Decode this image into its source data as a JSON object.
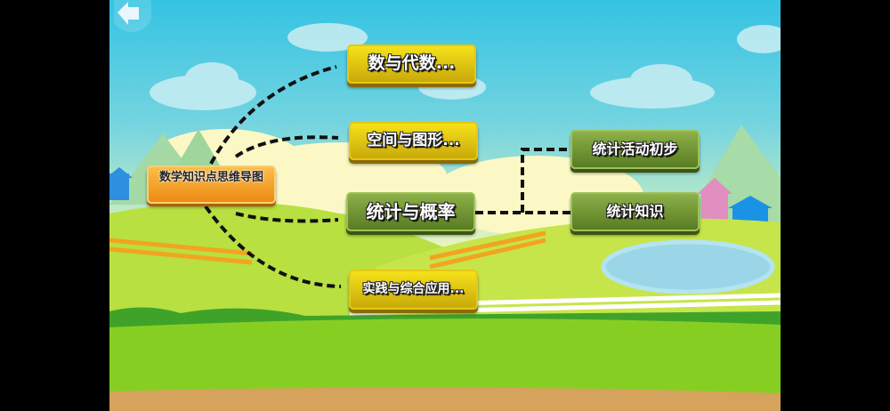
{
  "back_button": {
    "icon": "back-arrow-icon"
  },
  "mindmap": {
    "root": "数学知识点思维导图",
    "branches": [
      {
        "label": "数与代数..."
      },
      {
        "label": "空间与图形..."
      },
      {
        "label": "统计与概率",
        "children": [
          "统计活动初步",
          "统计知识"
        ]
      },
      {
        "label": "实践与综合应用..."
      }
    ]
  },
  "colors": {
    "yellow_node": "#e0c412",
    "green_node": "#6d9232",
    "root_node": "#f5a52c",
    "sky": "#34c3e3",
    "grass": "#8fd12a"
  }
}
